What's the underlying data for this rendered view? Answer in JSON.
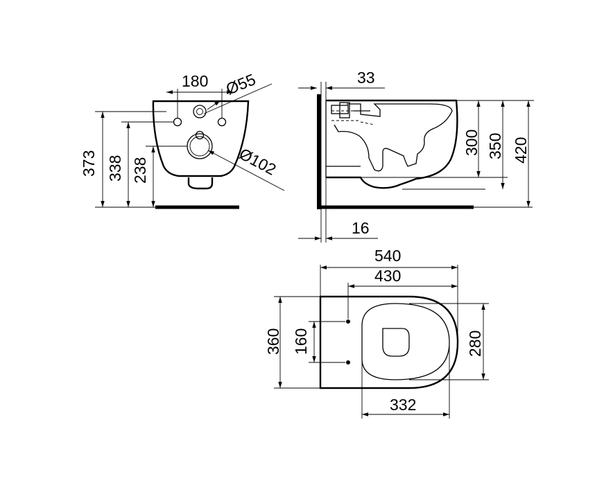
{
  "front_view": {
    "holes_spacing": "180",
    "small_hole_diameter": "Ø55",
    "outlet_diameter": "Ø102",
    "overall_height": "373",
    "hole_height": "338",
    "outlet_height": "238"
  },
  "side_view": {
    "top_offset": "33",
    "bottom_offset": "16",
    "height_300": "300",
    "height_350": "350",
    "height_420": "420"
  },
  "top_view": {
    "overall_length": "540",
    "length_430": "430",
    "overall_width": "360",
    "bolt_spacing": "160",
    "bowl_width": "280",
    "bowl_length": "332"
  }
}
